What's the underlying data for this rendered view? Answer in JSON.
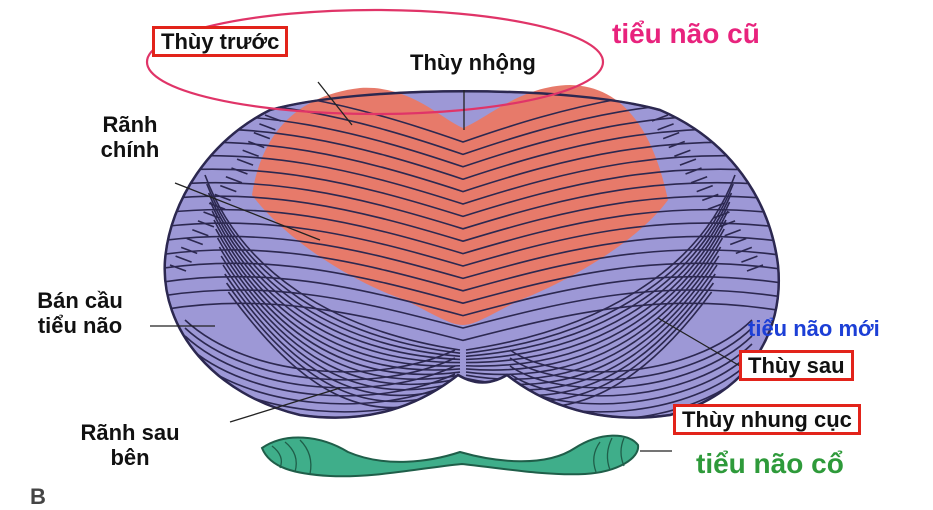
{
  "figure_letter": "B",
  "labels": {
    "anterior_lobe": "Thùy trước",
    "vermis": "Thùy nhộng",
    "primary_fissure": [
      "Rãnh",
      "chính"
    ],
    "hemisphere": [
      "Bán cầu",
      "tiểu não"
    ],
    "posterolateral_fissure": [
      "Rãnh sau",
      "bên"
    ],
    "posterior_lobe": "Thùy sau",
    "flocculonodular_lobe": "Thùy nhung cục"
  },
  "groups": {
    "paleocerebellum": "tiểu não cũ",
    "neocerebellum": "tiểu não mới",
    "archicerebellum": "tiểu não cổ"
  },
  "colors": {
    "anterior_region": "#e77a6a",
    "posterior_region": "#9d98d6",
    "flocculonodular": "#3fae8a",
    "box_outline": "#e2231a",
    "paleo_text": "#e8237d",
    "neo_text": "#1c3fd6",
    "archi_text": "#2e9a3a",
    "ellipse_outline": "#e03468"
  }
}
